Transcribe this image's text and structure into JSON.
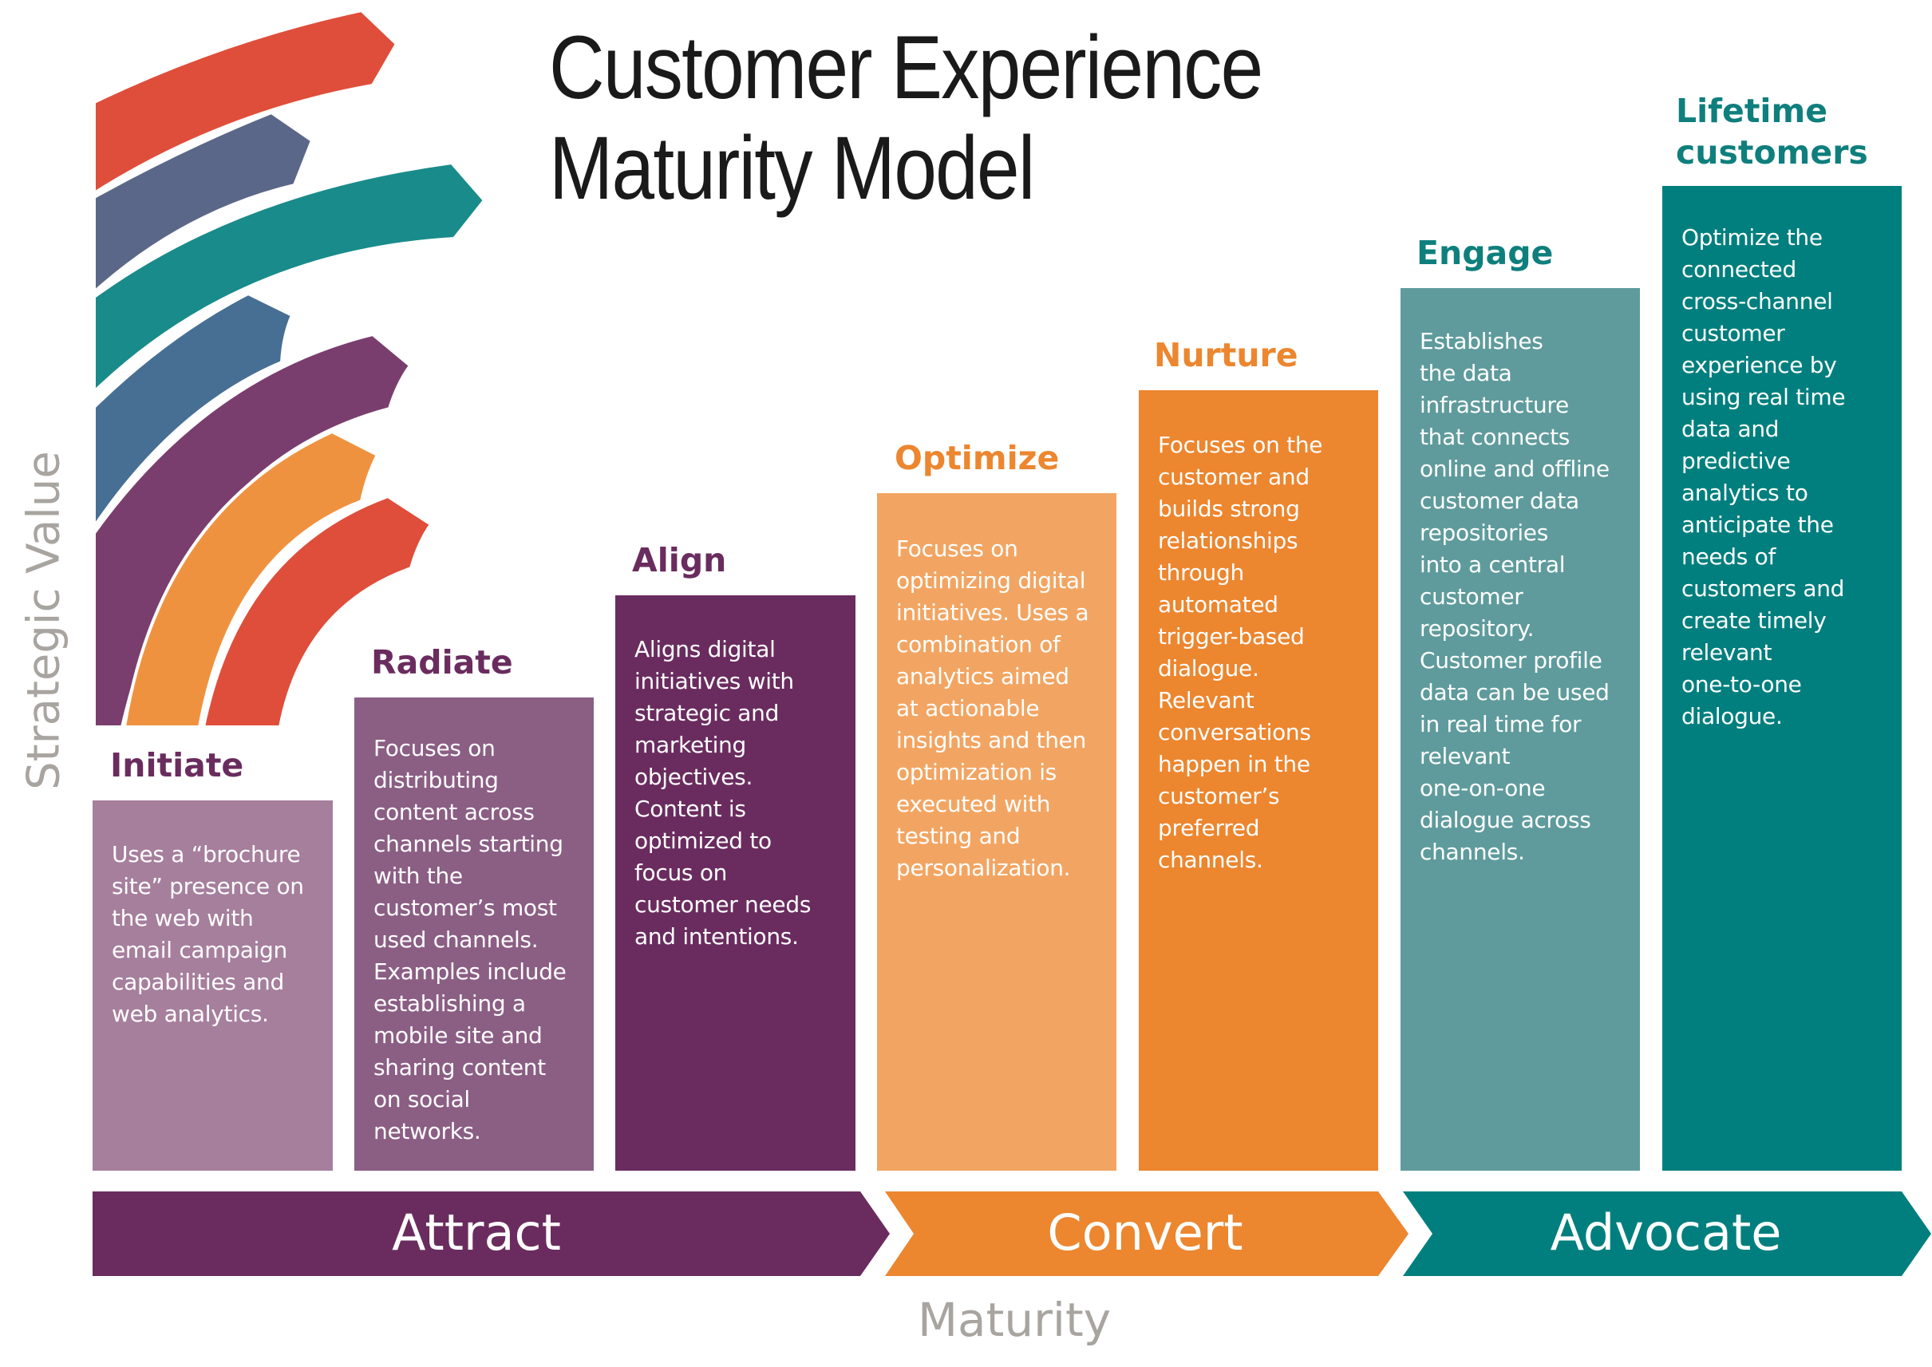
{
  "title": {
    "line1": "Customer Experience",
    "line2": "Maturity Model"
  },
  "axes": {
    "y_label": "Strategic Value",
    "x_label": "Maturity"
  },
  "colors": {
    "axis_gray": "#a8a4a0",
    "purple_dark": "#6a2c5f",
    "orange": "#ec862f",
    "teal": "#017f7e"
  },
  "arcs": [
    {
      "name": "red-top",
      "color": "#df4e3a"
    },
    {
      "name": "slate",
      "color": "#5a6788"
    },
    {
      "name": "teal",
      "color": "#198b8a"
    },
    {
      "name": "blue",
      "color": "#476f94"
    },
    {
      "name": "purple",
      "color": "#7a3e6e"
    },
    {
      "name": "orange",
      "color": "#ef9240"
    },
    {
      "name": "red-bottom",
      "color": "#df4e3a"
    }
  ],
  "stages": [
    {
      "id": "initiate",
      "title": "Initiate",
      "title_color": "#6a2c5f",
      "box_color": "#a67f9d",
      "text": "Uses a “brochure\nsite” presence on\nthe web with\nemail campaign\ncapabilities and\nweb analytics."
    },
    {
      "id": "radiate",
      "title": "Radiate",
      "title_color": "#6a2c5f",
      "box_color": "#8b5e84",
      "text": "Focuses on\ndistributing\ncontent across\nchannels starting\nwith the\ncustomer’s most\nused channels.\nExamples include\nestablishing a\nmobile site and\nsharing content\non social\nnetworks."
    },
    {
      "id": "align",
      "title": "Align",
      "title_color": "#6a2c5f",
      "box_color": "#6a2c5f",
      "text": "Aligns digital\ninitiatives with\nstrategic and\nmarketing\nobjectives.\nContent is\noptimized to\nfocus on\ncustomer needs\nand intentions."
    },
    {
      "id": "optimize",
      "title": "Optimize",
      "title_color": "#ec862f",
      "box_color": "#f2a562",
      "text": "Focuses on\noptimizing digital\ninitiatives. Uses a\ncombination of\nanalytics aimed\nat actionable\ninsights and then\noptimization is\nexecuted with\ntesting and\npersonalization."
    },
    {
      "id": "nurture",
      "title": "Nurture",
      "title_color": "#ec862f",
      "box_color": "#ec862f",
      "text": "Focuses on the\ncustomer and\nbuilds strong\nrelationships\nthrough\nautomated\ntrigger-based\ndialogue.\nRelevant\nconversations\nhappen in the\ncustomer’s\npreferred\nchannels."
    },
    {
      "id": "engage",
      "title": "Engage",
      "title_color": "#0e7f7d",
      "box_color": "#5f9b9c",
      "text": "Establishes\nthe data\ninfrastructure\nthat connects\nonline and offline\ncustomer data\nrepositories\ninto a central\ncustomer\nrepository.\nCustomer profile\ndata can be used\nin real time for\nrelevant\none-on-one\ndialogue across\nchannels."
    },
    {
      "id": "lifetime",
      "title": "Lifetime\ncustomers",
      "title_color": "#0e7f7d",
      "box_color": "#017f7e",
      "text": "Optimize the\nconnected\ncross-channel\ncustomer\nexperience by\nusing real time\ndata and\npredictive\nanalytics to\nanticipate the\nneeds of\ncustomers and\ncreate timely\nrelevant\none-to-one\ndialogue."
    }
  ],
  "phases": [
    {
      "id": "attract",
      "label": "Attract",
      "color": "#6a2c5f"
    },
    {
      "id": "convert",
      "label": "Convert",
      "color": "#ec862f"
    },
    {
      "id": "advocate",
      "label": "Advocate",
      "color": "#017f7e"
    }
  ]
}
